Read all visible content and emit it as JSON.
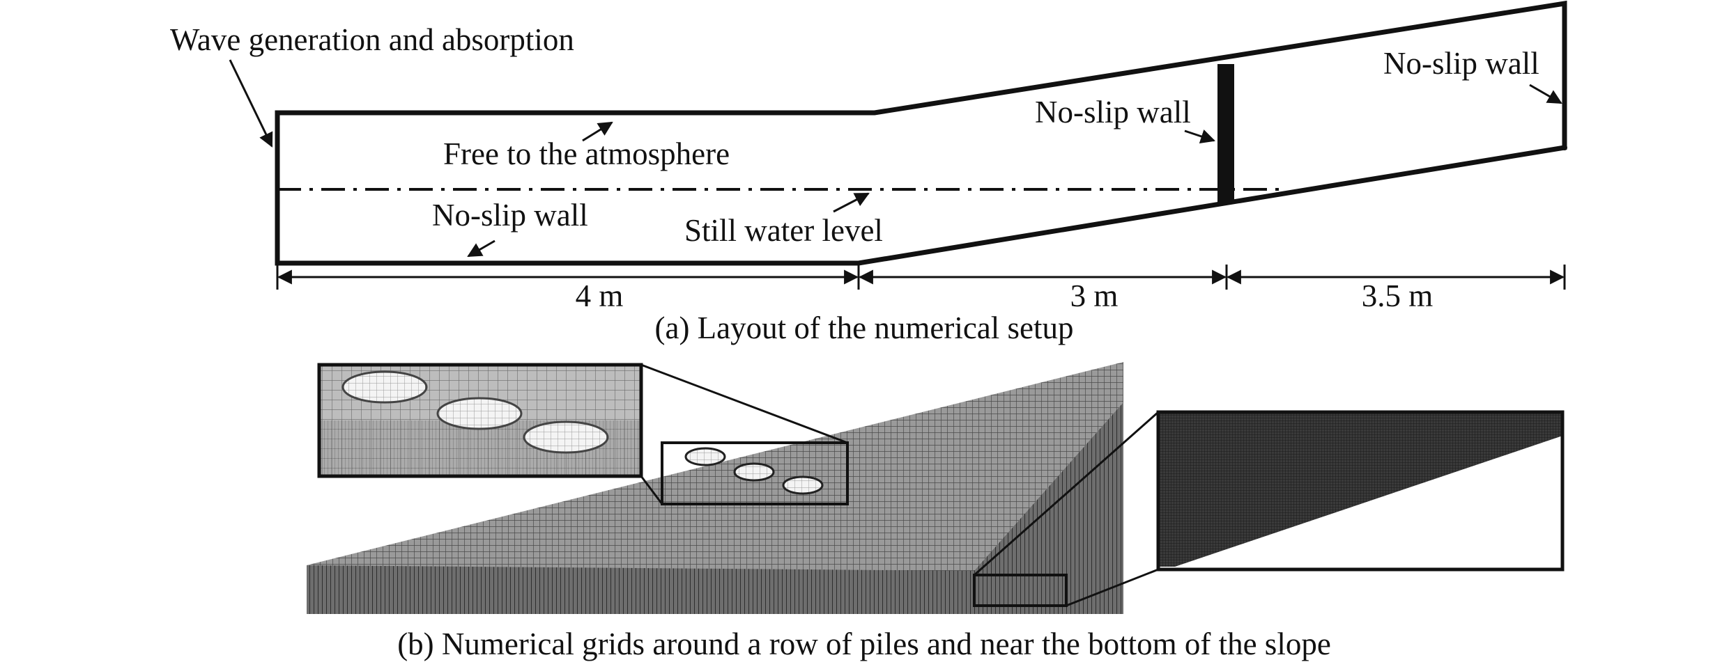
{
  "panel_a": {
    "labels": {
      "wave_generation": "Wave generation and absorption",
      "free_atmosphere": "Free to the atmosphere",
      "no_slip_bottom": "No-slip wall",
      "still_water": "Still water level",
      "no_slip_pile": "No-slip wall",
      "no_slip_end": "No-slip wall"
    },
    "dimensions": {
      "flat_length": "4 m",
      "slope_length": "3 m",
      "end_length": "3.5 m"
    },
    "caption": "(a) Layout of the numerical setup"
  },
  "panel_b": {
    "caption": "(b) Numerical grids around a row of piles and near the bottom of the slope"
  },
  "colors": {
    "ink": "#111111",
    "mesh_dark": "#3a3a3a",
    "mesh_mid": "#6a6a6a",
    "mesh_light": "#bdbdbd"
  }
}
